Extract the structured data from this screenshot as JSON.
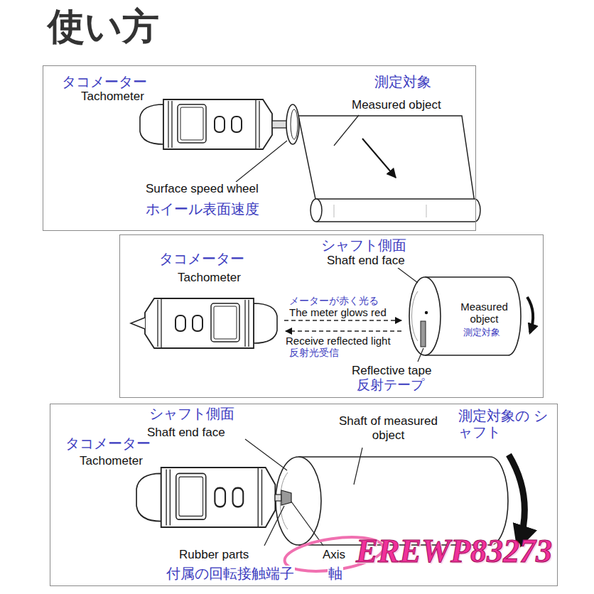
{
  "diagram": {
    "title": "使い方",
    "nodes": [
      {
        "text": [
          "タコメーター",
          "Tachometer",
          "測定対象",
          "Measured object",
          "Surface speed wheel",
          "ホイール表面速度"
        ]
      },
      {
        "text": [
          "タコメーター",
          "Tachometer",
          "シャフト側面",
          "Shaft end face",
          "メーターが赤く光る",
          "The meter glows red",
          "Receive reflected light",
          "反射光受信",
          "Measured object",
          "測定対象",
          "Reflective tape",
          "反射テープ"
        ]
      },
      {
        "text": [
          "タコメーター",
          "Tachometer",
          "シャフト側面",
          "Shaft end face",
          "Shaft of measured object",
          "測定対象の シャフト",
          "Rubber parts",
          "付属の回転接触端子",
          "Axis",
          "軸"
        ]
      }
    ],
    "labels": [
      "EREWP83273"
    ]
  }
}
